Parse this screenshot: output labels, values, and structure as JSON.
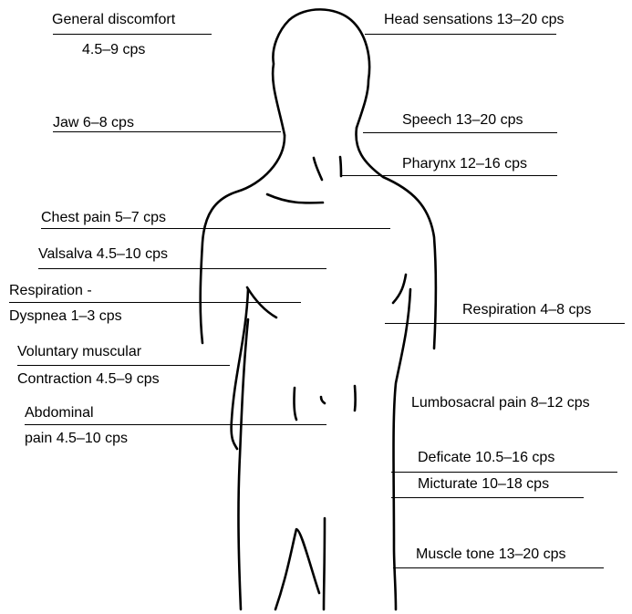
{
  "labels": {
    "general_discomfort_1": "General discomfort",
    "general_discomfort_2": "4.5–9 cps",
    "head_sensations": "Head sensations 13–20 cps",
    "jaw": "Jaw 6–8 cps",
    "speech": "Speech 13–20 cps",
    "pharynx": "Pharynx 12–16 cps",
    "chest_pain": "Chest pain 5–7 cps",
    "valsalva": "Valsalva 4.5–10 cps",
    "respiration_dyspnea_1": "Respiration -",
    "respiration_dyspnea_2": "Dyspnea 1–3 cps",
    "respiration": "Respiration 4–8 cps",
    "voluntary_1": "Voluntary muscular",
    "voluntary_2": "Contraction 4.5–9 cps",
    "abdominal_1": "Abdominal",
    "abdominal_2": "pain 4.5–10 cps",
    "lumbosacral": "Lumbosacral pain 8–12 cps",
    "deficate": "Deficate 10.5–16 cps",
    "micturate": "Micturate 10–18 cps",
    "muscle_tone": "Muscle tone 13–20 cps"
  }
}
